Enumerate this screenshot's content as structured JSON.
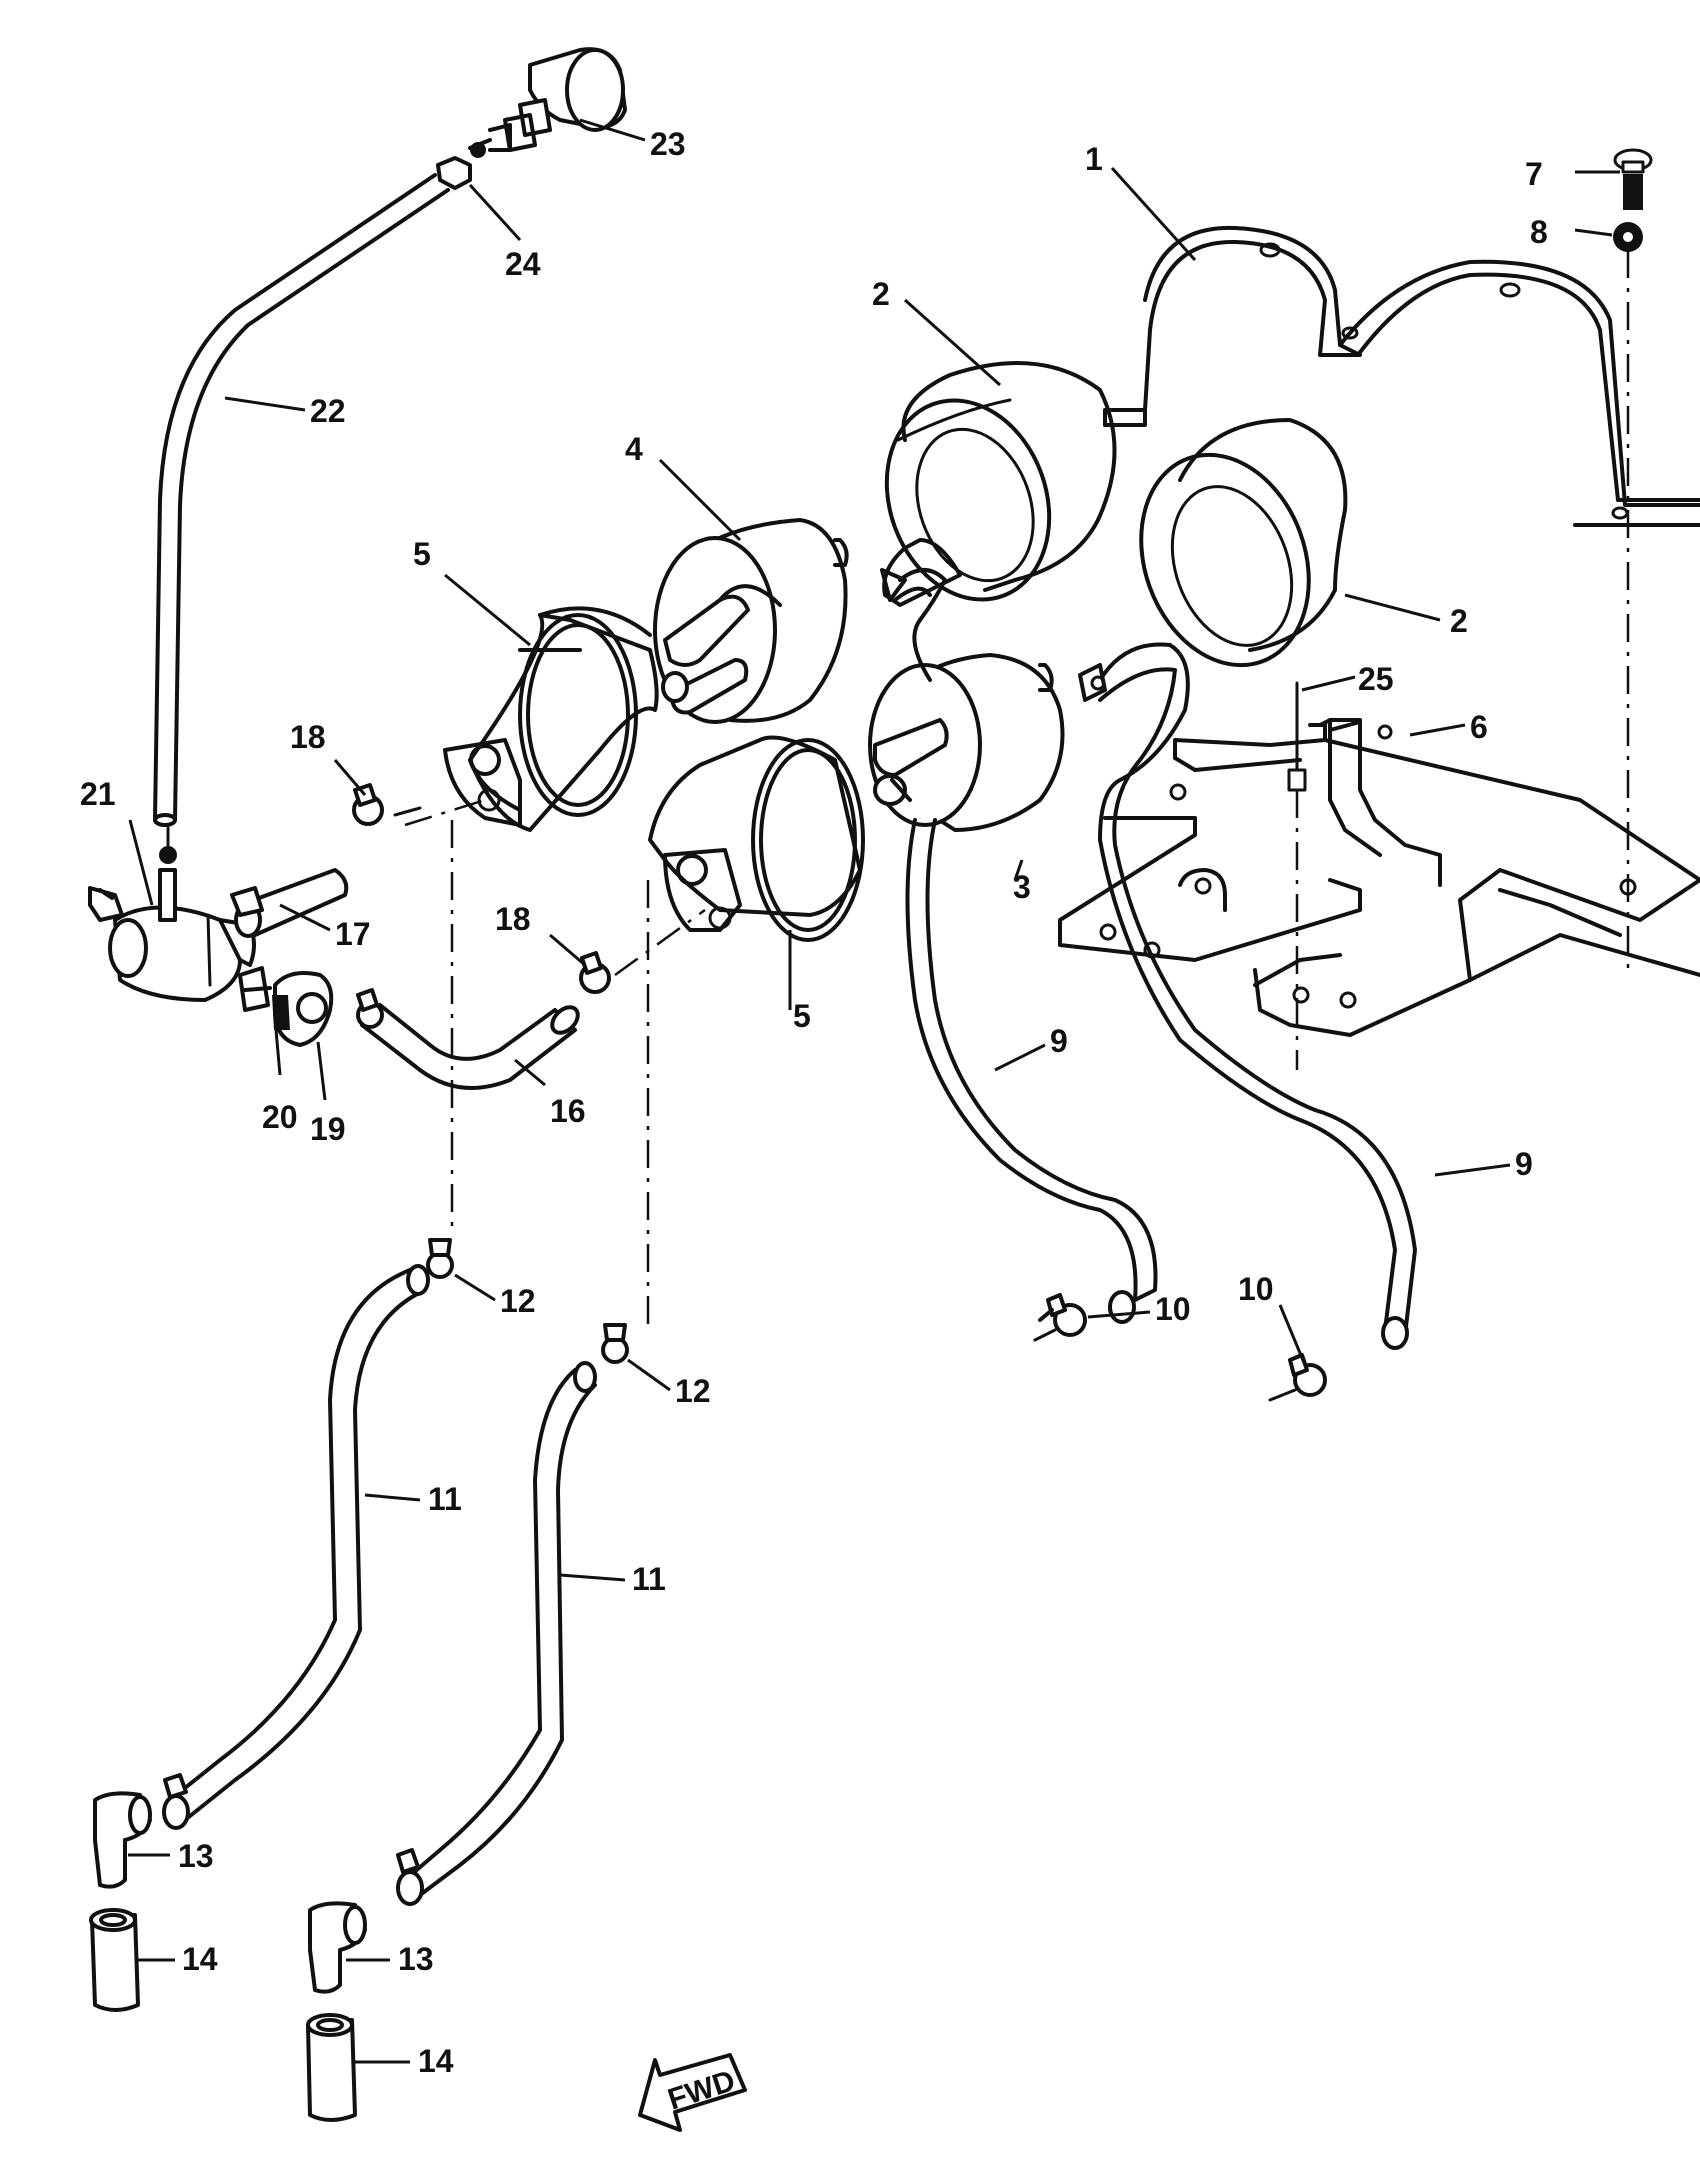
{
  "callouts": [
    {
      "id": "c1",
      "text": "1"
    },
    {
      "id": "c2a",
      "text": "2"
    },
    {
      "id": "c2b",
      "text": "2"
    },
    {
      "id": "c3",
      "text": "3"
    },
    {
      "id": "c4",
      "text": "4"
    },
    {
      "id": "c5a",
      "text": "5"
    },
    {
      "id": "c5b",
      "text": "5"
    },
    {
      "id": "c6",
      "text": "6"
    },
    {
      "id": "c7",
      "text": "7"
    },
    {
      "id": "c8",
      "text": "8"
    },
    {
      "id": "c9a",
      "text": "9"
    },
    {
      "id": "c9b",
      "text": "9"
    },
    {
      "id": "c10a",
      "text": "10"
    },
    {
      "id": "c10b",
      "text": "10"
    },
    {
      "id": "c11a",
      "text": "11"
    },
    {
      "id": "c11b",
      "text": "11"
    },
    {
      "id": "c12a",
      "text": "12"
    },
    {
      "id": "c12b",
      "text": "12"
    },
    {
      "id": "c13a",
      "text": "13"
    },
    {
      "id": "c13b",
      "text": "13"
    },
    {
      "id": "c14a",
      "text": "14"
    },
    {
      "id": "c14b",
      "text": "14"
    },
    {
      "id": "c16",
      "text": "16"
    },
    {
      "id": "c17",
      "text": "17"
    },
    {
      "id": "c18a",
      "text": "18"
    },
    {
      "id": "c18b",
      "text": "18"
    },
    {
      "id": "c19",
      "text": "19"
    },
    {
      "id": "c20",
      "text": "20"
    },
    {
      "id": "c21",
      "text": "21"
    },
    {
      "id": "c22",
      "text": "22"
    },
    {
      "id": "c23",
      "text": "23"
    },
    {
      "id": "c24",
      "text": "24"
    },
    {
      "id": "c25",
      "text": "25"
    }
  ],
  "direction_arrow": {
    "text": "FWD"
  }
}
